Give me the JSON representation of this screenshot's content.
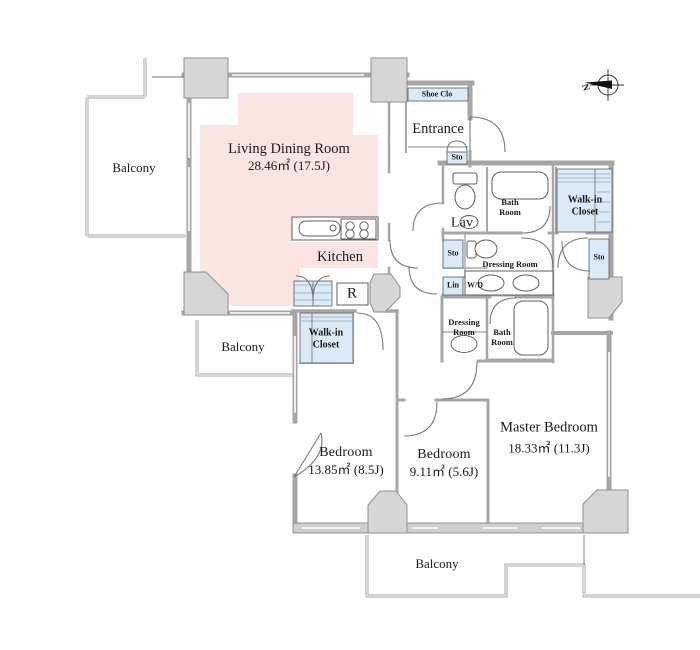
{
  "labels": {
    "living_dining": {
      "name": "Living Dining Room",
      "size": "28.46㎡  (17.5J)"
    },
    "kitchen": "Kitchen",
    "refrigerator": "R",
    "entrance": "Entrance",
    "shoe_closet": "Shoe Clo",
    "sto_entrance": "Sto",
    "sto_hall": "Sto",
    "sto_master": "Sto",
    "lav": "Lav",
    "bath_upper": "Bath Room",
    "bath_lower": "Bath Room",
    "walkin_closet_master": "Walk-in Closet",
    "walkin_closet_bedroom": "Walk-in Closet",
    "dressing_upper": "Dressing Room",
    "dressing_lower": "Dressing Room",
    "linen": "Lin",
    "washer_dryer": "W/D",
    "bedroom1": {
      "name": "Bedroom",
      "size": "13.85㎡  (8.5J)"
    },
    "bedroom2": {
      "name": "Bedroom",
      "size": "9.11㎡  (5.6J)"
    },
    "master_bedroom": {
      "name": "Master Bedroom",
      "size": "18.33㎡  (11.3J)"
    },
    "balcony_left": "Balcony",
    "balcony_center": "Balcony",
    "balcony_south": "Balcony",
    "compass_north": "N"
  },
  "colors": {
    "room_pink": "#fbe5e3",
    "closet_blue": "#daeaf6",
    "pillar_gray": "#d6d6d6",
    "wall_gray": "#a6a6a6",
    "line_dark": "#5f5f5f"
  }
}
